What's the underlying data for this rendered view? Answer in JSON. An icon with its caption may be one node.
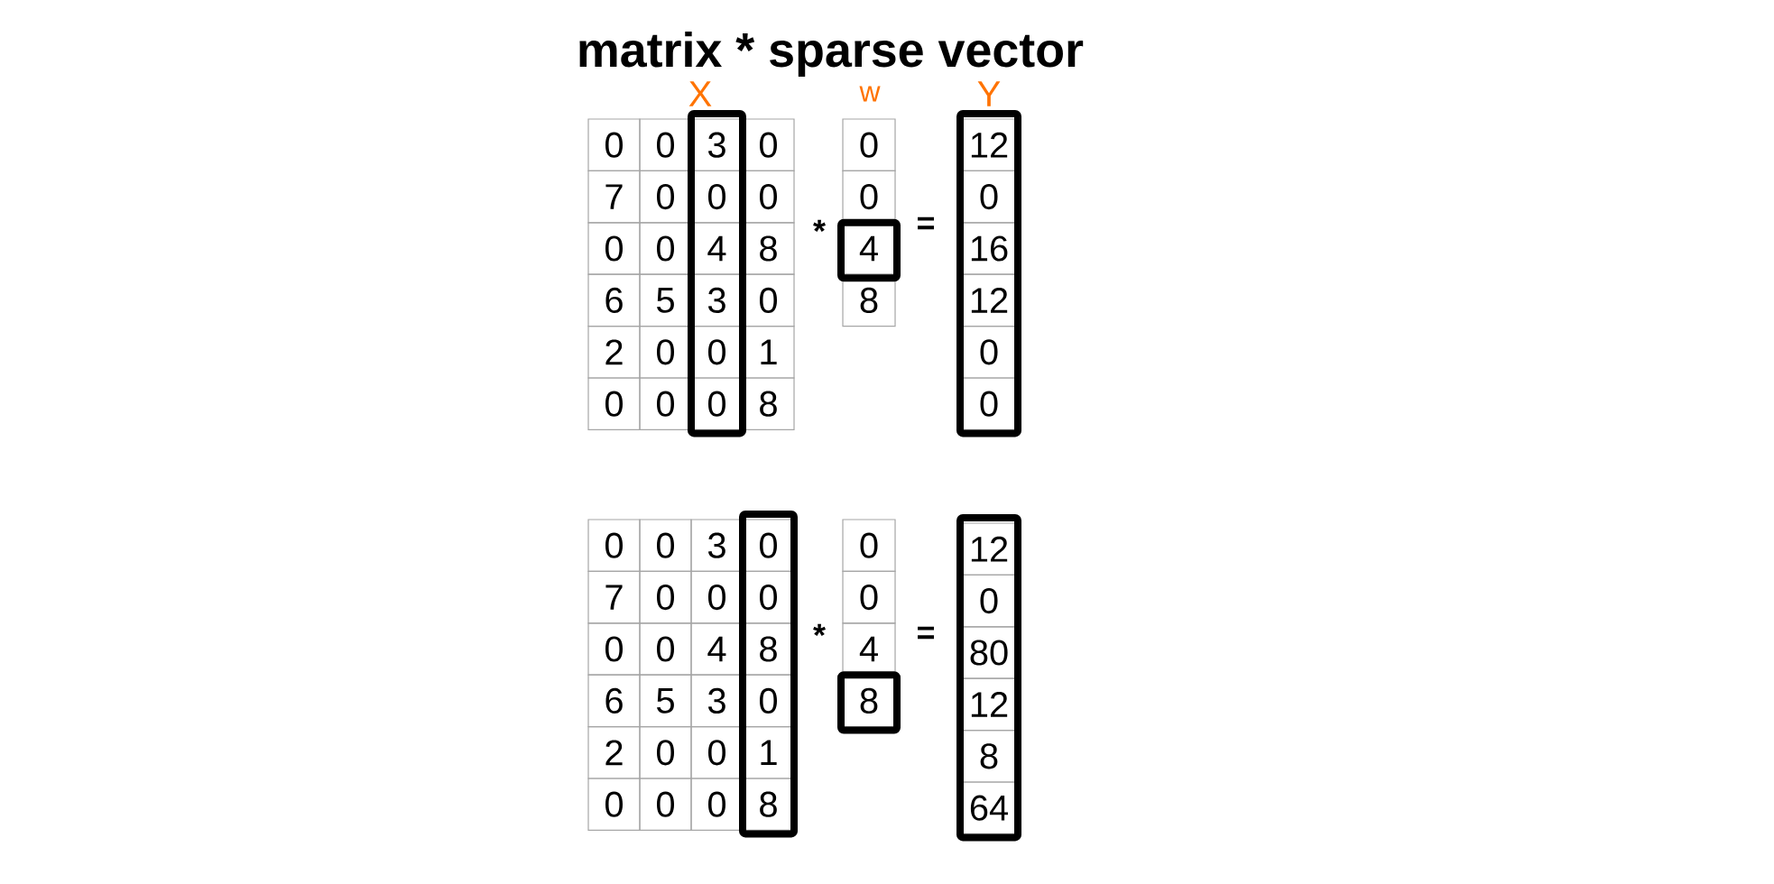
{
  "diagram": {
    "title": "matrix * sparse vector",
    "labels": [
      "X",
      "w",
      "Y",
      "0",
      "0",
      "3",
      "0",
      "7",
      "0",
      "0",
      "0",
      "0",
      "0",
      "4",
      "8",
      "6",
      "5",
      "3",
      "0",
      "2",
      "0",
      "0",
      "1",
      "0",
      "0",
      "0",
      "8",
      "*",
      "0",
      "0",
      "4",
      "8",
      "=",
      "12",
      "0",
      "16",
      "12",
      "0",
      "0",
      "0",
      "0",
      "3",
      "0",
      "7",
      "0",
      "0",
      "0",
      "0",
      "0",
      "4",
      "8",
      "6",
      "5",
      "3",
      "0",
      "2",
      "0",
      "0",
      "1",
      "0",
      "0",
      "0",
      "8",
      "*",
      "0",
      "0",
      "4",
      "8",
      "=",
      "12",
      "0",
      "80",
      "12",
      "8",
      "64"
    ]
  }
}
